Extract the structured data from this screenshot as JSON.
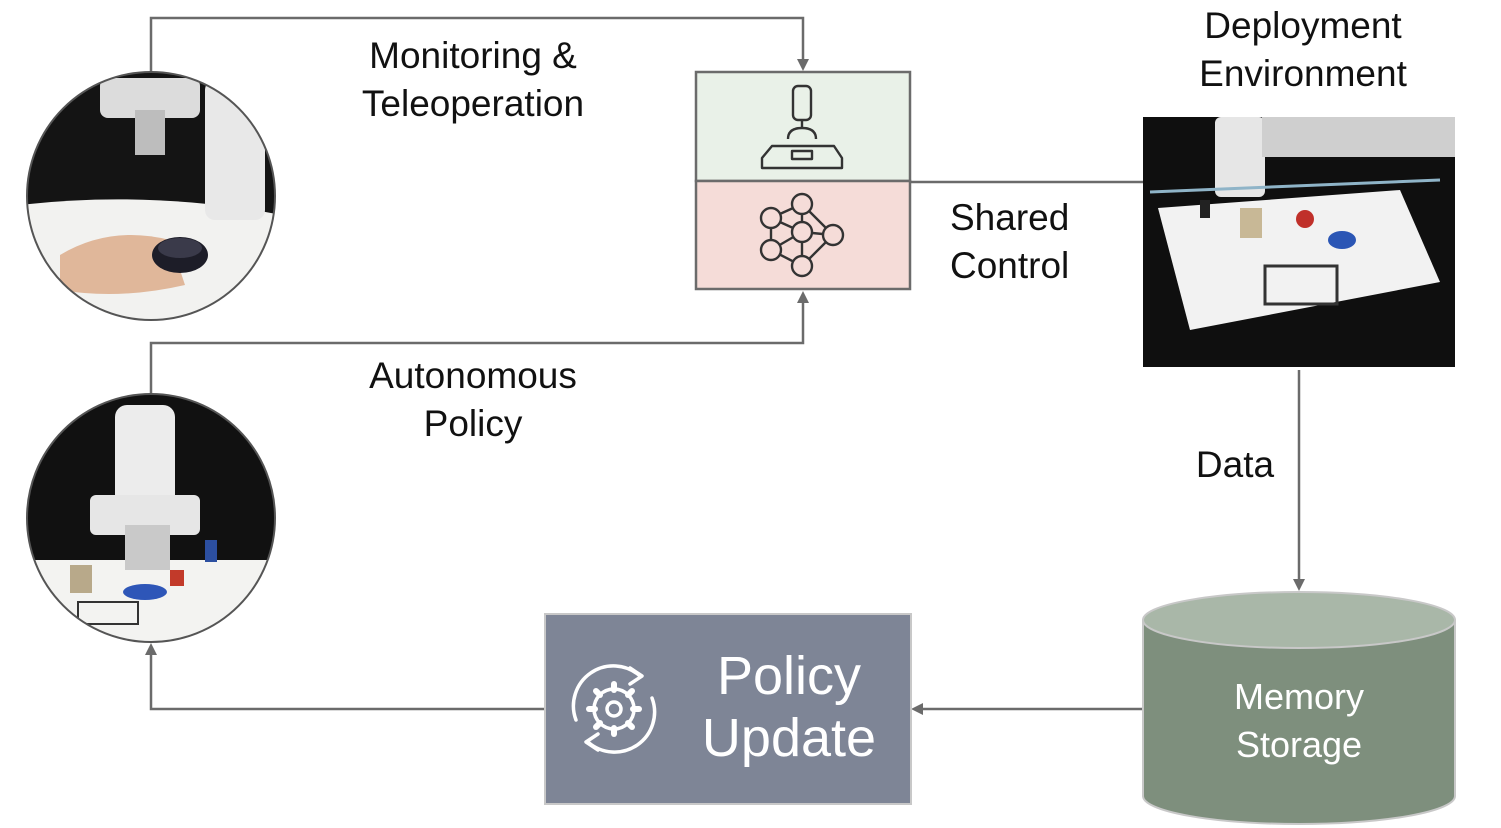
{
  "labels": {
    "monitoring": [
      "Monitoring &",
      "Teleoperation"
    ],
    "autonomous": [
      "Autonomous",
      "Policy"
    ],
    "shared": [
      "Shared",
      "Control"
    ],
    "deployment": [
      "Deployment",
      "Environment"
    ],
    "data": "Data",
    "memory": [
      "Memory",
      "Storage"
    ],
    "policy_update": [
      "Policy",
      "Update"
    ]
  },
  "icons": {
    "teleop": "joystick-icon",
    "policy": "neural-network-icon",
    "update": "gear-refresh-icon"
  },
  "images": {
    "top_left": "photo-robot-teleoperation",
    "bottom_left": "photo-robot-autonomous",
    "deployment": "photo-deployment-environment"
  },
  "colors": {
    "teleop_box": "#e9f1e8",
    "policy_box": "#f5dcd8",
    "policy_update_box": "#7e8596",
    "memory_storage": "#7e8f7d",
    "memory_top": "#a9b7a8",
    "line": "#6b6b6b"
  }
}
